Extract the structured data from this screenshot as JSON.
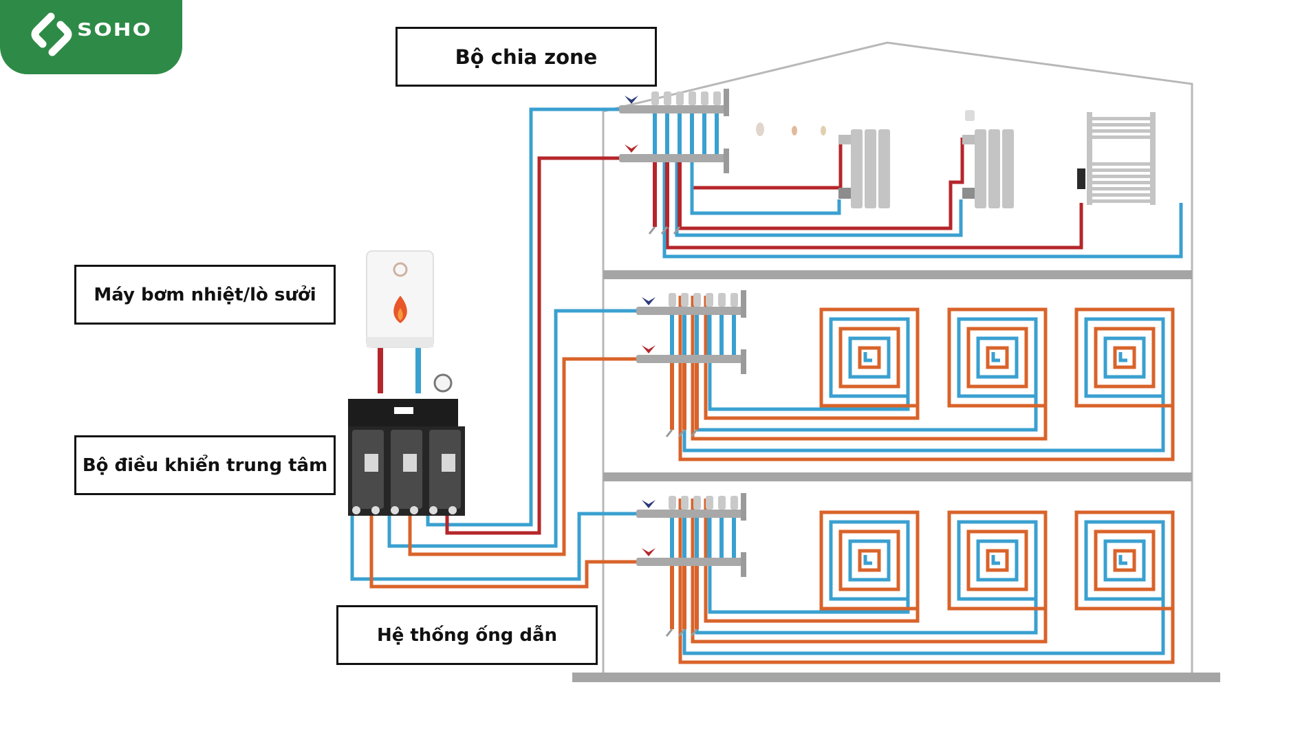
{
  "brand": {
    "name": "SOHO",
    "color": "#2e8b47",
    "icon": "soho-logo-icon"
  },
  "labels": {
    "zone_manifold": "Bộ chia zone",
    "heat_source": "Máy bơm nhiệt/lò sưởi",
    "central_controller": "Bộ điều khiển trung tâm",
    "piping_system": "Hệ thống ống dẫn"
  },
  "colors": {
    "hot_radiator_pipe": "#b5262b",
    "hot_floor_pipe": "#d9632a",
    "cold_pipe": "#3aa0d0",
    "building_outline": "#b8b8b8",
    "floor_slab": "#a5a5a5",
    "radiator": "#c4c4c4",
    "controller_body": "#1c1c1c"
  },
  "building": {
    "floors": [
      {
        "name": "top-floor",
        "emitters": [
          "radiator",
          "radiator",
          "towel-rail"
        ],
        "pipe_hot": "hot_radiator_pipe"
      },
      {
        "name": "middle-floor",
        "emitters": [
          "floor-heating-coil",
          "floor-heating-coil",
          "floor-heating-coil"
        ],
        "pipe_hot": "hot_floor_pipe"
      },
      {
        "name": "ground-floor",
        "emitters": [
          "floor-heating-coil",
          "floor-heating-coil",
          "floor-heating-coil"
        ],
        "pipe_hot": "hot_floor_pipe"
      }
    ]
  },
  "icons": {
    "boiler": "boiler-icon",
    "flame": "flame-icon",
    "gauge": "pressure-gauge-icon",
    "controller": "pump-controller-icon",
    "manifold": "manifold-icon",
    "valve": "valve-icon",
    "thermostat": "thermostat-icon"
  }
}
